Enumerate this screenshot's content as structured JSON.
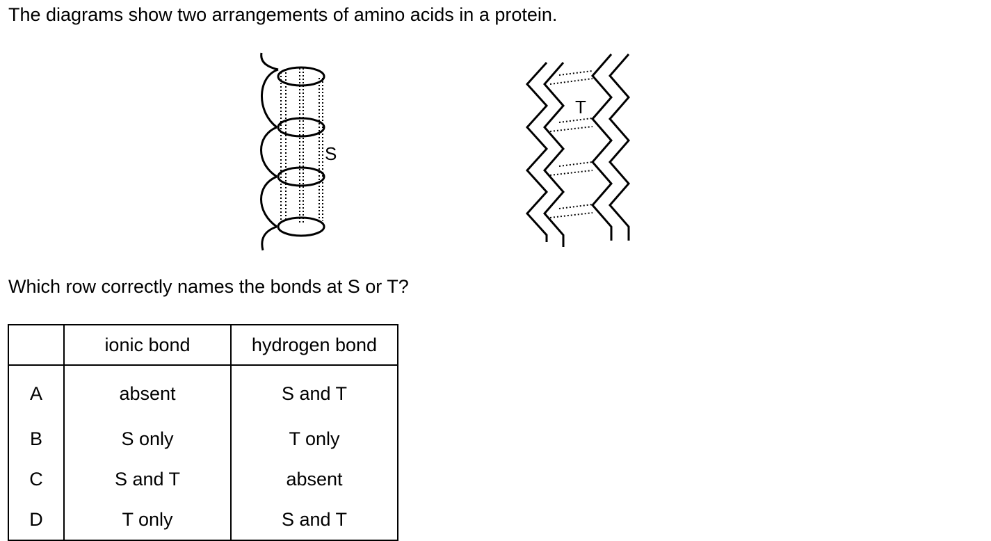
{
  "intro": "The diagrams show two arrangements of amino acids in a protein.",
  "question": "Which row correctly names the bonds at S or T?",
  "labels": {
    "s": "S",
    "t": "T"
  },
  "table": {
    "headers": [
      "",
      "ionic bond",
      "hydrogen bond"
    ],
    "rows": [
      {
        "option": "A",
        "ionic": "absent",
        "hydrogen": "S and T"
      },
      {
        "option": "B",
        "ionic": "S only",
        "hydrogen": "T only"
      },
      {
        "option": "C",
        "ionic": "S and T",
        "hydrogen": "absent"
      },
      {
        "option": "D",
        "ionic": "T only",
        "hydrogen": "S and T"
      }
    ]
  }
}
